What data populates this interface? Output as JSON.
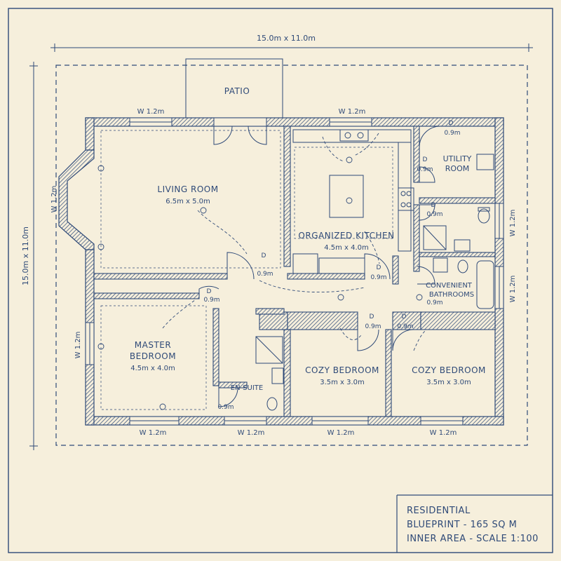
{
  "overall": {
    "width_label": "15.0m x 11.0m",
    "height_label": "15.0m x 11.0m"
  },
  "rooms": {
    "patio": "PATIO",
    "living": {
      "name": "LIVING ROOM",
      "dims": "6.5m x 5.0m"
    },
    "kitchen": {
      "name": "ORGANIZED KITCHEN",
      "dims": "4.5m x 4.0m"
    },
    "utility": {
      "name1": "UTILITY",
      "name2": "ROOM"
    },
    "bathrooms": {
      "name1": "CONVENIENT",
      "name2": "BATHROOMS"
    },
    "master": {
      "name1": "MASTER",
      "name2": "BEDROOM",
      "dims": "4.5m x 4.0m"
    },
    "ensuite": "EN-SUITE",
    "bedroom2": {
      "name": "COZY BEDROOM",
      "dims": "3.5m x 3.0m"
    },
    "bedroom3": {
      "name": "COZY BEDROOM",
      "dims": "3.5m x 3.0m"
    }
  },
  "windows": {
    "top_left": "W 1.2m",
    "top_mid": "W 1.2m",
    "left_bay": "W 1.2m",
    "left_master": "W 1.2m",
    "right_upper": "W 1.2m",
    "right_lower": "W 1.2m",
    "bottom_1": "W 1.2m",
    "bottom_2": "W 1.2m",
    "bottom_3": "W 1.2m",
    "bottom_4": "W 1.2m"
  },
  "doors": {
    "d_label": "D",
    "utility_top": "0.9m",
    "utility_left": "0.9m",
    "bath_upper": "0.9m",
    "living": "0.9m",
    "master": "0.9m",
    "kitchen": "0.9m",
    "bath_lower": "0.9m",
    "bed2": "0.9m",
    "bed3": "0.9m",
    "ensuite": "0.9m"
  },
  "title_block": {
    "line1": "RESIDENTIAL",
    "line2": "BLUEPRINT - 165 SQ M",
    "line3": "INNER AREA - SCALE 1:100"
  },
  "colors": {
    "paper": "#f6efdc",
    "ink": "#2f4a78"
  }
}
